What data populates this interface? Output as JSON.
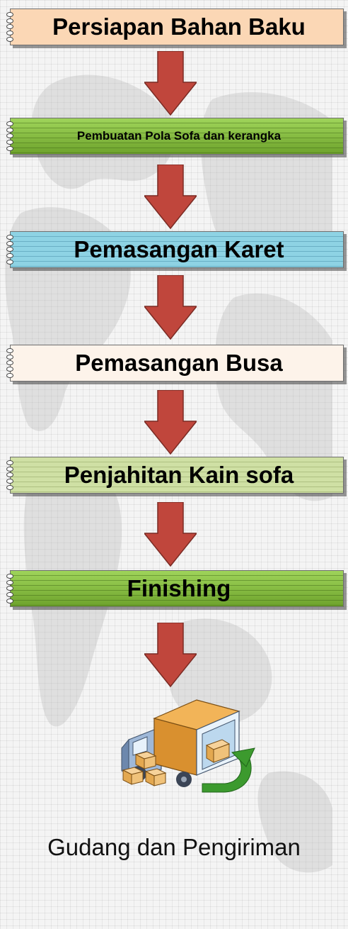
{
  "steps": [
    "Persiapan Bahan Baku",
    "Pembuatan Pola Sofa dan kerangka",
    "Pemasangan Karet",
    "Pemasangan Busa",
    "Penjahitan Kain sofa",
    "Finishing"
  ],
  "destination": "Gudang dan Pengiriman",
  "colors": {
    "arrow": "#c0463c",
    "step_peach": "#fbd7b5",
    "step_green": "#8cc63e",
    "step_blue": "#8ed3e4",
    "step_cream": "#fdf3ea",
    "step_olive": "#cfe0a4"
  },
  "icons": [
    "arrow-down-icon",
    "delivery-truck-icon",
    "boxes-icon",
    "curved-arrow-icon"
  ]
}
